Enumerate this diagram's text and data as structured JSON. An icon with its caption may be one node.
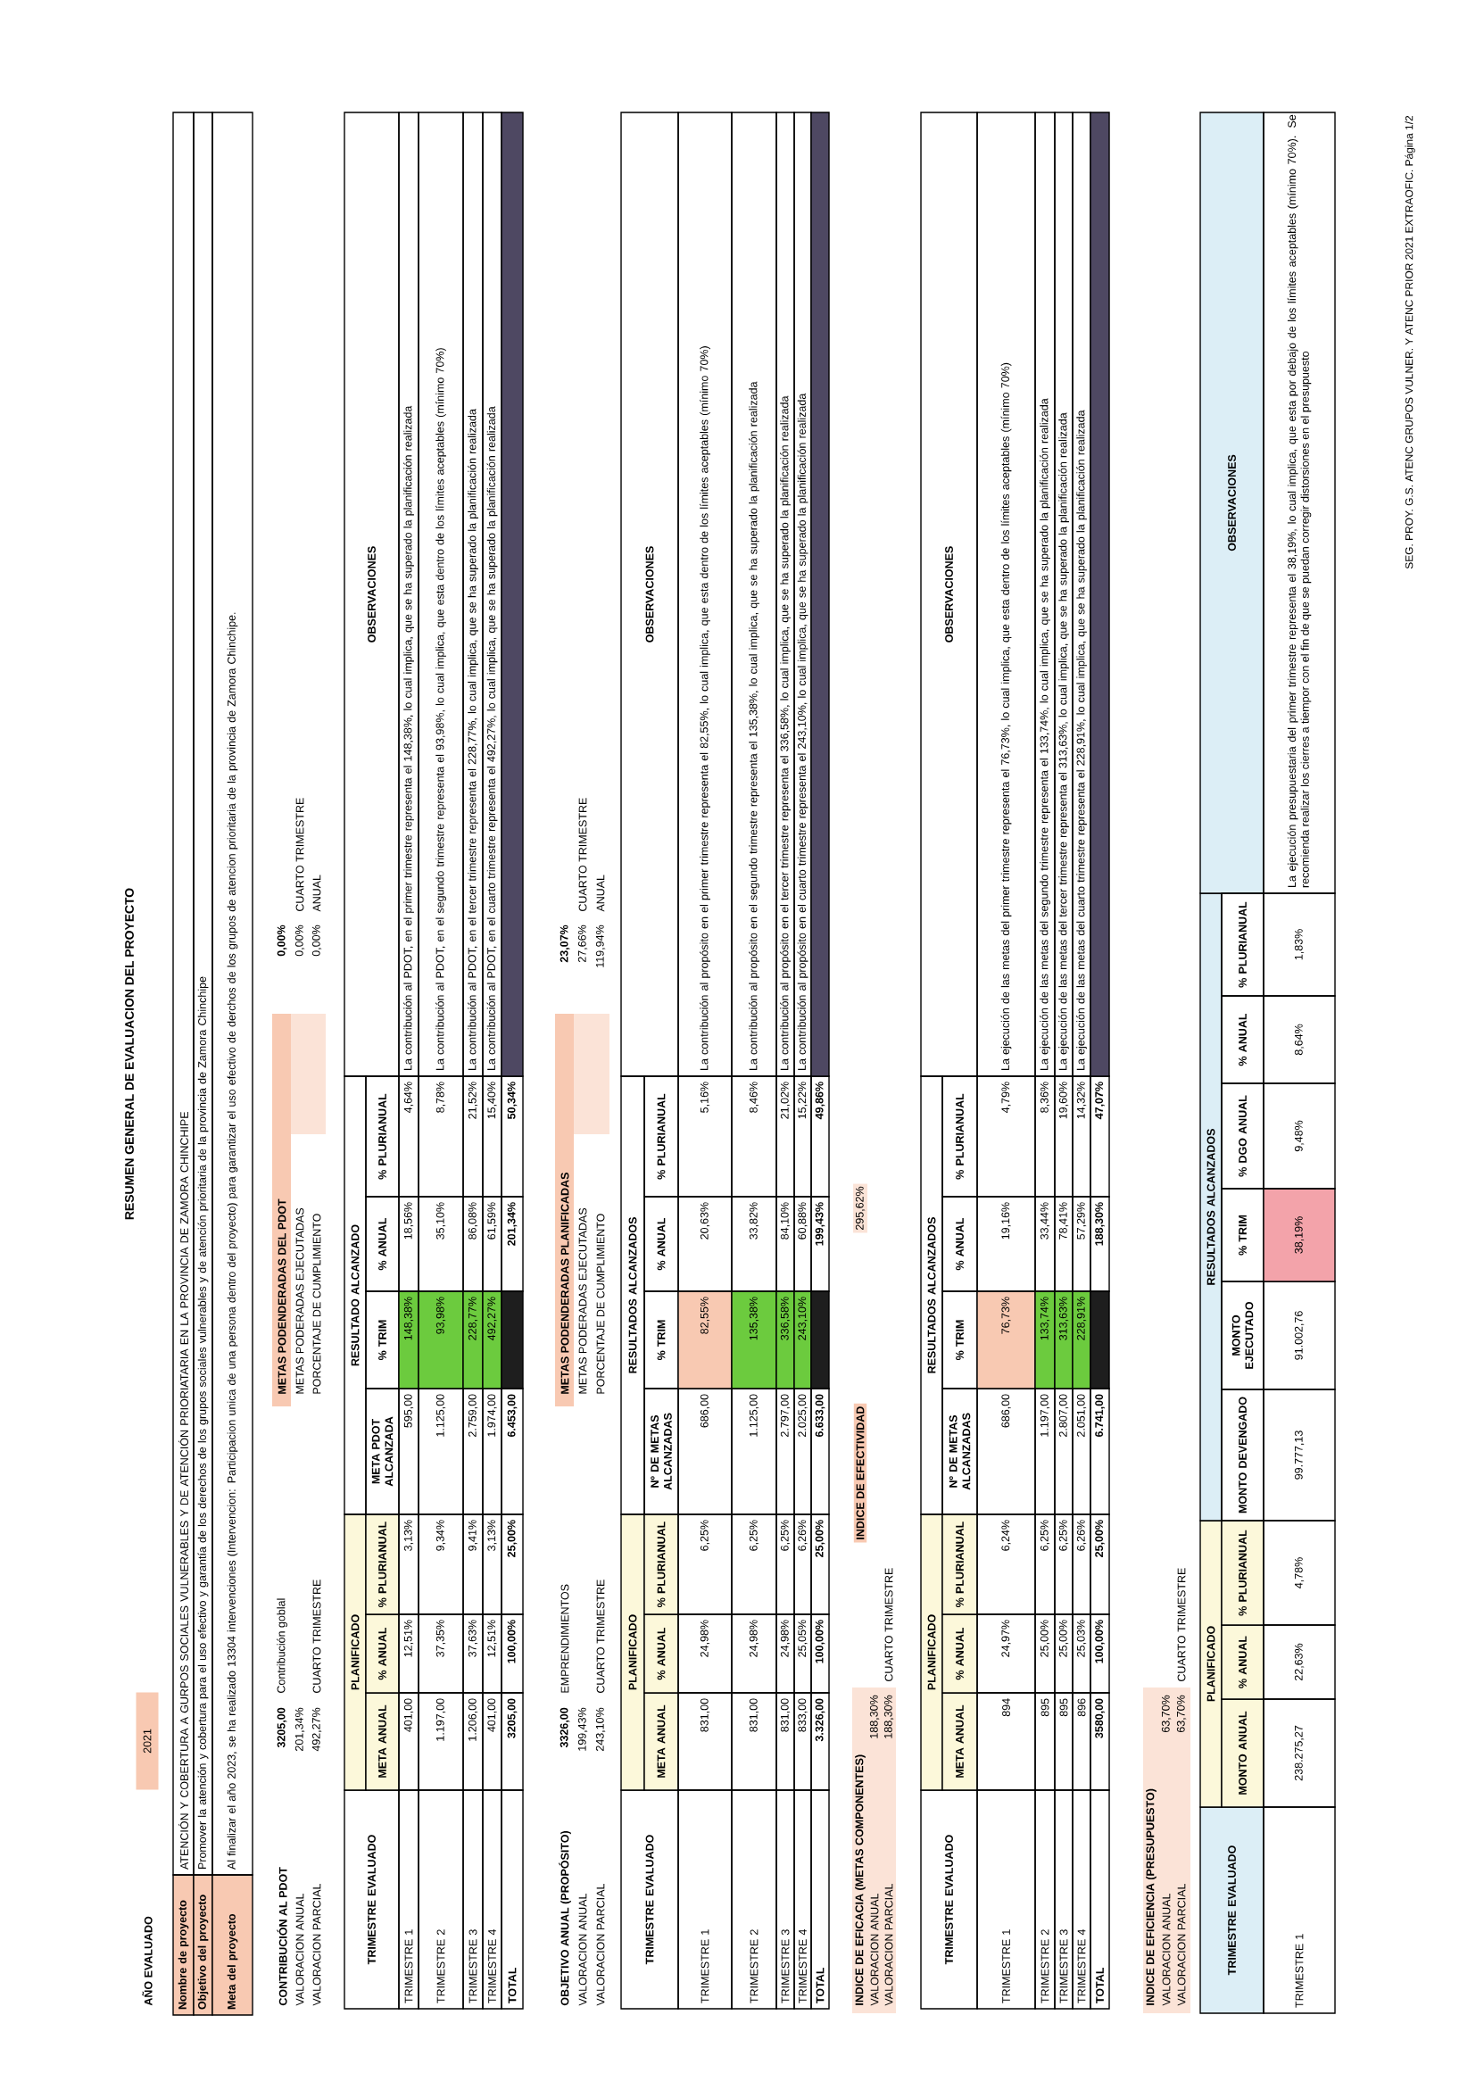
{
  "diagram": {
    "title": "RESUMEN GENERAL DE EVALUACION DEL PROYECTO",
    "labels": [
      "AÑO EVALUADO",
      "2021",
      "Nombre de proyecto",
      "ATENCIÓN Y COBERTURA A GURPOS SOCIALES VULNERABLES Y DE ATENCIÓN PRIORIATARIA EN LA PROVINCIA DE ZAMORA CHINCHIPE",
      "Objetivo del proyecto",
      "Promover la atención y cobertura para el uso efectivo y garantía de los derechos de los grupos sociales vulnerables y de atención prioritaria de la provincia de Zamora Chinchipe",
      "Meta del proyecto",
      "Al finalizar el año 2023, se ha realizado 13304 intervenciones (Intervencion: Participacion unica de una persona dentro del proyecto) para garantizar el uso efectivo de derchos de los grupos de atencion prioritaria de la provincia de Zamora Chinchipe.",
      "CONTRIBUCIÓN AL PDOT",
      "3205,00",
      "Contribución goblal",
      "METAS PODENDERADAS DEL PDOT",
      "0,00%",
      "VALORACION ANUAL",
      "201,34%",
      "METAS PODERADAS EJECUTADAS",
      "0,00%",
      "CUARTO TRIMESTRE",
      "VALORACION PARCIAL",
      "492,27%",
      "CUARTO TRIMESTRE",
      "PORCENTAJE DE CUMPLIMIENTO",
      "0,00%",
      "ANUAL",
      "TRIMESTRE EVALUADO",
      "PLANIFICADO",
      "RESULTADO ALCANZADO",
      "OBSERVACIONES",
      "META ANUAL",
      "% ANUAL",
      "% PLURIANUAL",
      "META PDOT ALCANZADA",
      "% TRIM",
      "% ANUAL",
      "% PLURIANUAL",
      "TRIMESTRE 1",
      "401,00",
      "12,51%",
      "3,13%",
      "595,00",
      "148,38%",
      "18,56%",
      "4,64%",
      "La contribución al PDOT, en el primer trimestre representa el 148,38%, lo cual implica, que se ha superado la planificación realizada",
      "TRIMESTRE 2",
      "1.197,00",
      "37,35%",
      "9,34%",
      "1.125,00",
      "93,98%",
      "35,10%",
      "8,78%",
      "La contribución al PDOT, en el segundo trimestre representa el 93,98%, lo cual implica, que esta dentro de los límites aceptables (mínimo 70%)",
      "TRIMESTRE 3",
      "1.206,00",
      "37,63%",
      "9,41%",
      "2.759,00",
      "228,77%",
      "86,08%",
      "21,52%",
      "La contribución al PDOT, en el tercer trimestre representa el 228,77%, lo cual implica, que se ha superado la planificación realizada",
      "TRIMESTRE 4",
      "401,00",
      "12,51%",
      "3,13%",
      "1.974,00",
      "492,27%",
      "61,59%",
      "15,40%",
      "La contribución al PDOT, en el cuarto trimestre representa el 492,27%, lo cual implica, que se ha superado la planificación realizada",
      "TOTAL",
      "3205,00",
      "100,00%",
      "25,00%",
      "6.453,00",
      "201,34%",
      "50,34%",
      "OBJETIVO ANUAL (PROPÓSITO)",
      "3326,00",
      "EMPRENDIMIENTOS",
      "METAS PODENDERADAS PLANIFICADAS",
      "23,07%",
      "VALORACION ANUAL",
      "199,43%",
      "METAS PODERADAS EJECUTADAS",
      "27,66%",
      "CUARTO TRIMESTRE",
      "VALORACION PARCIAL",
      "243,10%",
      "CUARTO TRIMESTRE",
      "PORCENTAJE DE CUMPLIMIENTO",
      "119,94%",
      "ANUAL",
      "TRIMESTRE EVALUADO",
      "PLANIFICADO",
      "RESULTADOS ALCANZADOS",
      "OBSERVACIONES",
      "META ANUAL",
      "% ANUAL",
      "% PLURIANUAL",
      "Nº DE METAS ALCANZADAS",
      "% TRIM",
      "% ANUAL",
      "% PLURIANUAL",
      "TRIMESTRE 1",
      "831,00",
      "24,98%",
      "6,25%",
      "686,00",
      "82,55%",
      "20,63%",
      "5,16%",
      "La contribución al propósito en el primer trimestre representa el 82,55%, lo cual implica, que esta dentro de los límites aceptables (mínimo 70%)",
      "TRIMESTRE 2",
      "831,00",
      "24,98%",
      "6,25%",
      "1.125,00",
      "135,38%",
      "33,82%",
      "8,46%",
      "La contribución al propósito en el segundo trimestre representa el 135,38%, lo cual implica, que se ha superado la planificación realizada",
      "TRIMESTRE 3",
      "831,00",
      "24,98%",
      "6,25%",
      "2.797,00",
      "336,58%",
      "84,10%",
      "21,02%",
      "La contribución al propósito en el tercer trimestre representa el 336,58%, lo cual implica, que se ha superado la planificación realizada",
      "TRIMESTRE 4",
      "833,00",
      "25,05%",
      "6,26%",
      "2.025,00",
      "243,10%",
      "60,88%",
      "15,22%",
      "La contribución al propósito en el cuarto trimestre representa el 243,10%, lo cual implica, que se ha superado la planificación realizada",
      "TOTAL",
      "3.326,00",
      "100,00%",
      "25,00%",
      "6.633,00",
      "199,43%",
      "49,86%",
      "INDICE DE EFICACIA (METAS COMPONENTES)",
      "INDICE DE EFECTIVIDAD",
      "295,62%",
      "VALORACION ANUAL",
      "188,30%",
      "VALORACION PARCIAL",
      "188,30%",
      "CUARTO TRIMESTRE",
      "TRIMESTRE EVALUADO",
      "PLANIFICADO",
      "RESULTADOS ALCANZADOS",
      "OBSERVACIONES",
      "META ANUAL",
      "% ANUAL",
      "% PLURIANUAL",
      "Nº DE METAS ALCANZADAS",
      "% TRIM",
      "% ANUAL",
      "% PLURIANUAL",
      "TRIMESTRE 1",
      "894",
      "24,97%",
      "6,24%",
      "686,00",
      "76,73%",
      "19,16%",
      "4,79%",
      "La ejecución de las metas del primer trimestre representa el 76,73%, lo cual implica, que esta dentro de los límites aceptables (mínimo 70%)",
      "TRIMESTRE 2",
      "895",
      "25,00%",
      "6,25%",
      "1.197,00",
      "133,74%",
      "33,44%",
      "8,36%",
      "La ejecución de las metas del segundo trimestre representa el 133,74%, lo cual implica, que se ha superado la planificación realizada",
      "TRIMESTRE 3",
      "895",
      "25,00%",
      "6,25%",
      "2.807,00",
      "313,63%",
      "78,41%",
      "19,60%",
      "La ejecución de las metas del tercer trimestre representa el 313,63%, lo cual implica, que se ha superado la planificación realizada",
      "TRIMESTRE 4",
      "896",
      "25,03%",
      "6,26%",
      "2.051,00",
      "228,91%",
      "57,29%",
      "14,32%",
      "La ejecución de las metas del cuarto trimestre representa el 228,91%, lo cual implica, que se ha superado la planificación realizada",
      "TOTAL",
      "3580,00",
      "100,00%",
      "25,00%",
      "6.741,00",
      "188,30%",
      "47,07%",
      "INDICE DE EFICIENCIA (PRESUPUESTO)",
      "VALORACION ANUAL",
      "63,70%",
      "VALORACION PARCIAL",
      "63,70%",
      "CUARTO TRIMESTRE",
      "TRIMESTRE EVALUADO",
      "PLANIFICADO",
      "RESULTADOS ALCANZADOS",
      "OBSERVACIONES",
      "MONTO ANUAL",
      "% ANUAL",
      "% PLURIANUAL",
      "MONTO DEVENGADO",
      "MONTO EJECUTADO",
      "% TRIM",
      "% DGO ANUAL",
      "% ANUAL",
      "% PLURIANUAL",
      "TRIMESTRE 1",
      "238.275,27",
      "22,63%",
      "4,78%",
      "99.777,13",
      "91.002,76",
      "38,19%",
      "9,48%",
      "8,64%",
      "1,83%",
      "La ejecución presupuestaria del primer trimestre representa el 38,19%, lo cual implica, que esta por debajo de los límites aceptables (mínimo 70%). Se recomienda realizar los cierres a tiempor con el fin de que se puedan corregir distorsiones en el presupuesto",
      "SEG. PROY. G.S. ATENC GRUPOS VULNER. Y ATENC PRIOR 2021 EXTRAOFIC. Página 1/2"
    ]
  }
}
